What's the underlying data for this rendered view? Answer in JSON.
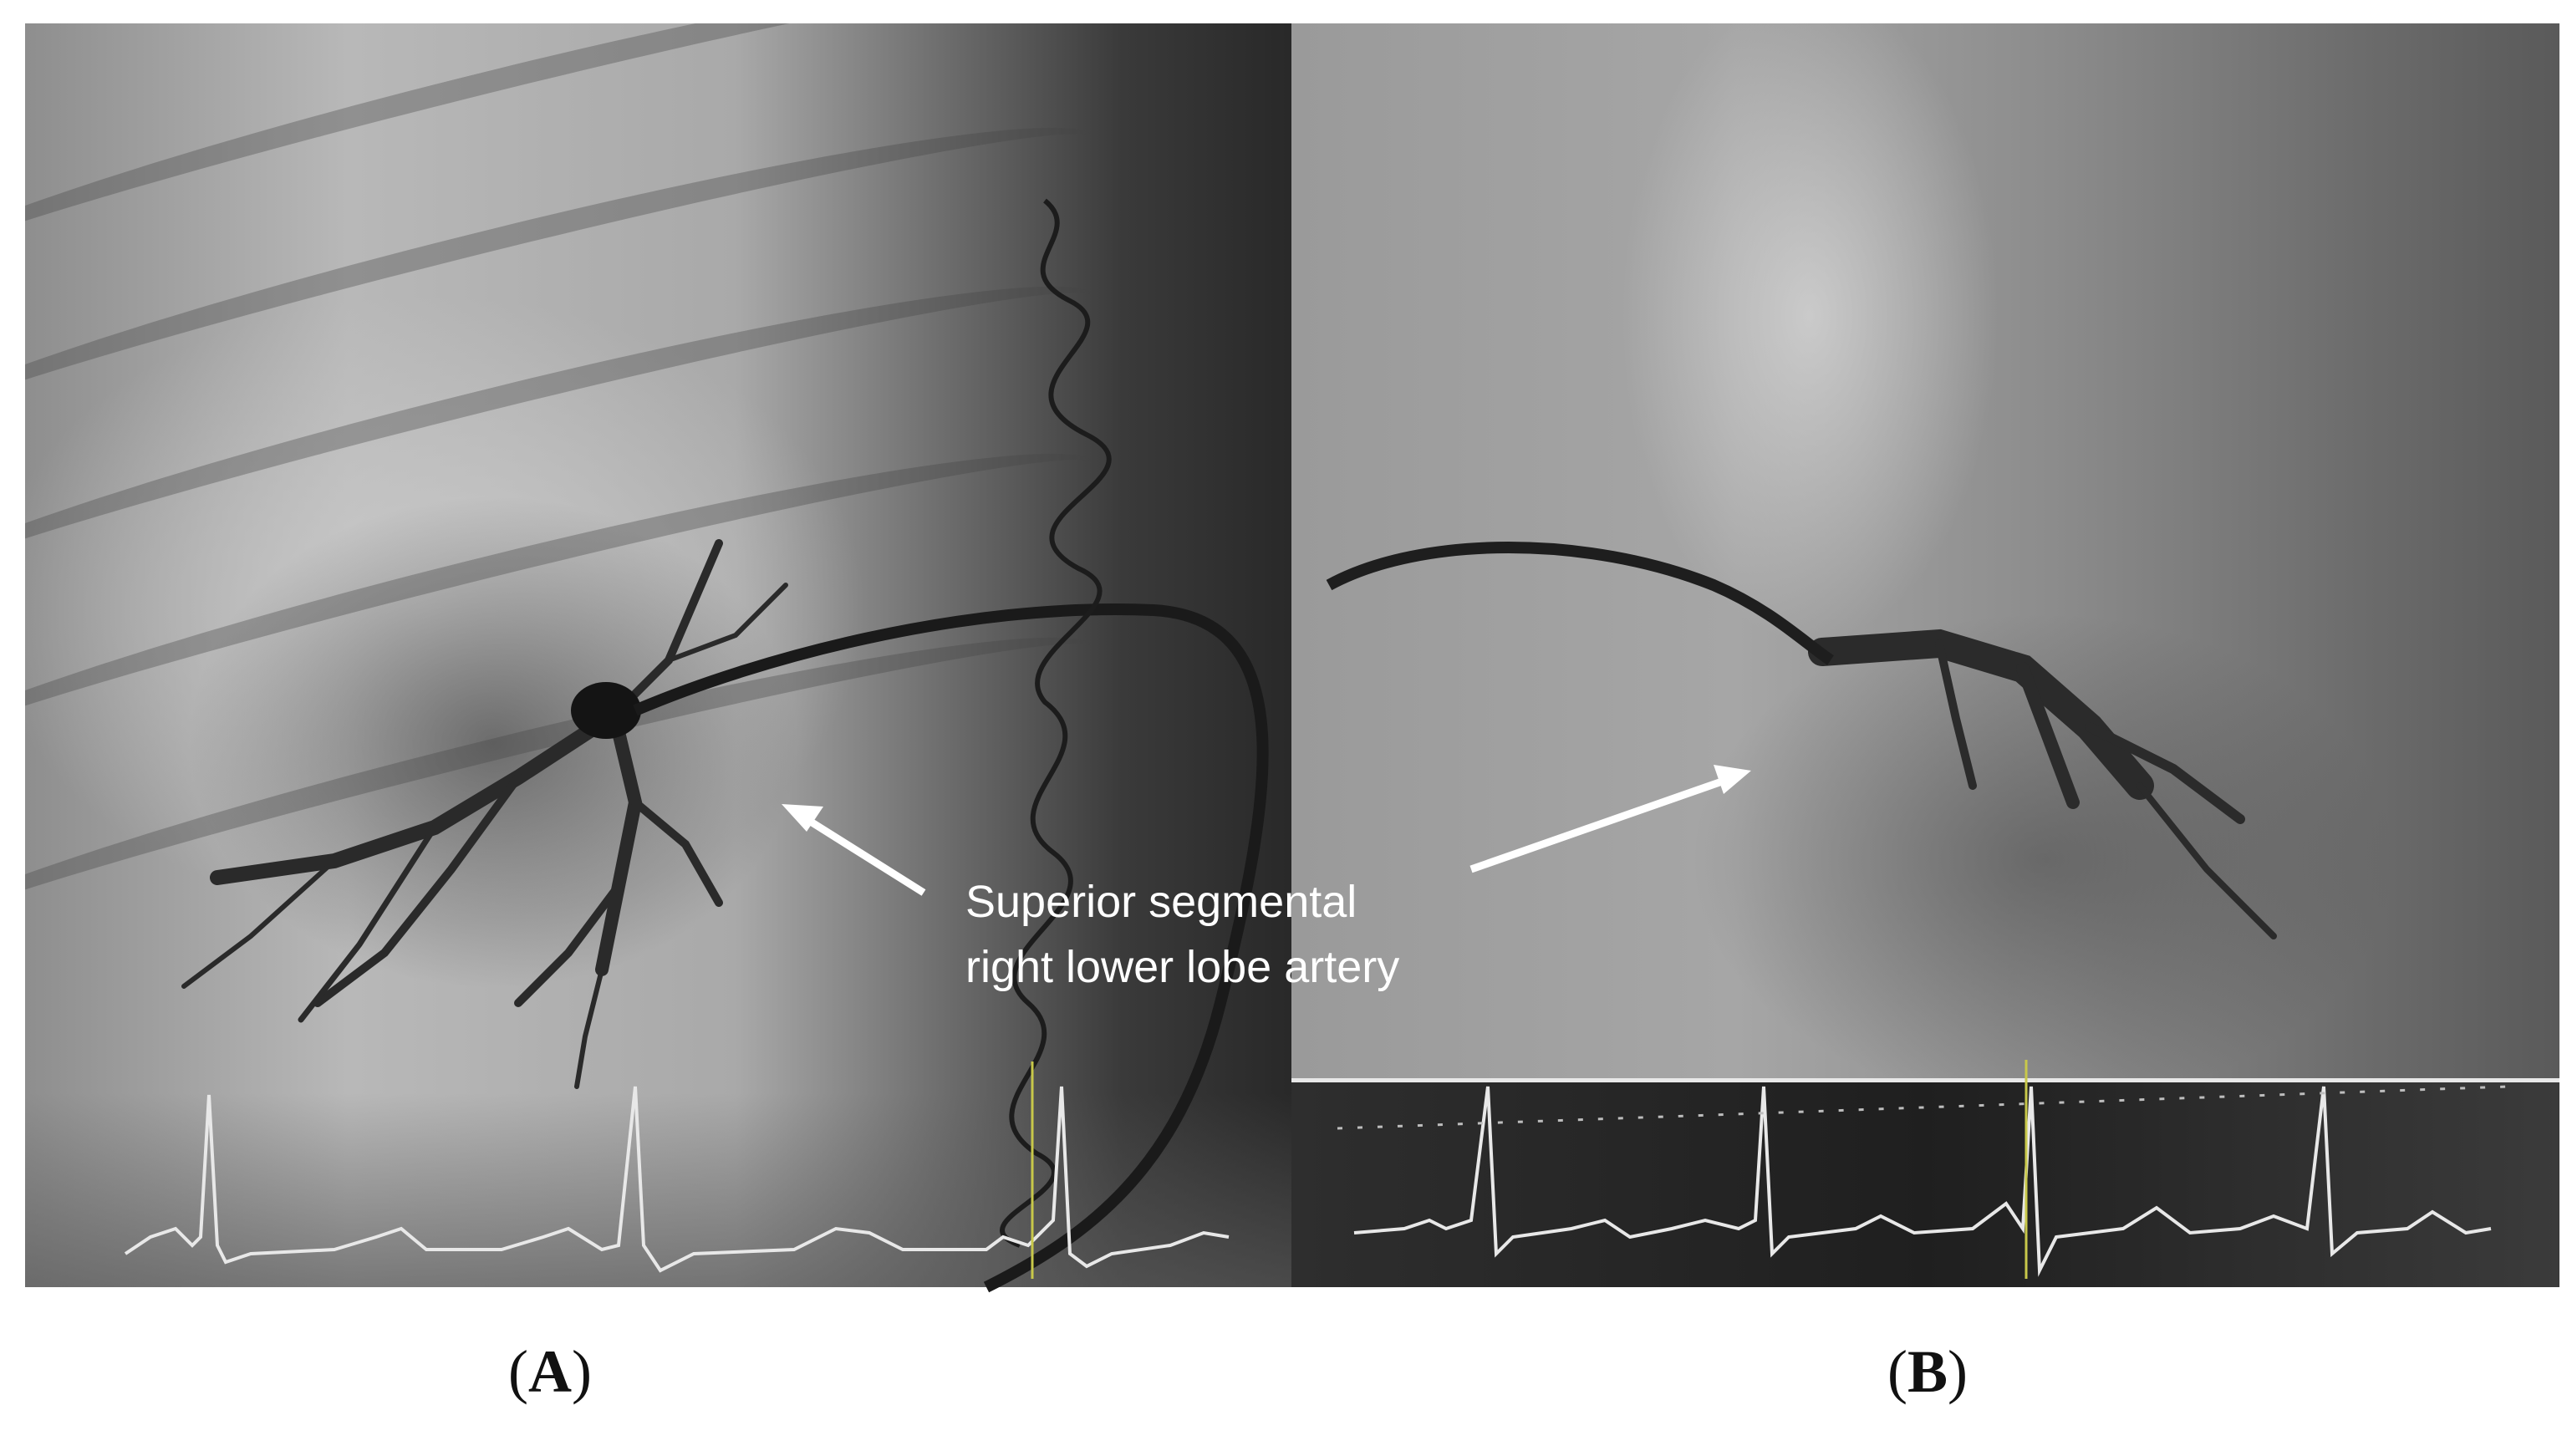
{
  "annotation": {
    "line1": "Superior segmental",
    "line2": "right lower lobe artery"
  },
  "labels": {
    "a": "A",
    "b": "B"
  },
  "colors": {
    "arrow": "#ffffff",
    "ecg_trace": "#e8e8e8",
    "ecg_marker": "#c8c84a",
    "catheter": "#1a1a1a"
  }
}
